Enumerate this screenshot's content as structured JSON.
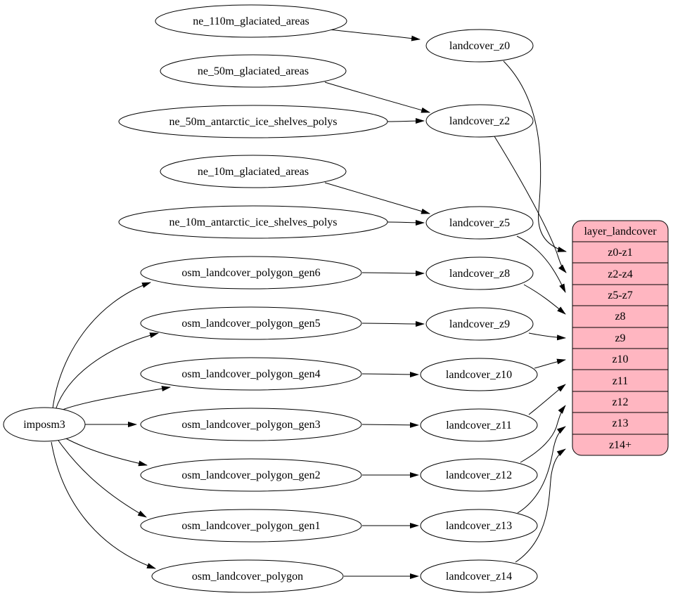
{
  "colors": {
    "background": "#ffffff",
    "node_fill": "#ffffff",
    "stroke": "#000000",
    "layer_fill": "#ffb6c1"
  },
  "importer": {
    "label": "imposm3"
  },
  "sources": [
    "ne_110m_glaciated_areas",
    "ne_50m_glaciated_areas",
    "ne_50m_antarctic_ice_shelves_polys",
    "ne_10m_glaciated_areas",
    "ne_10m_antarctic_ice_shelves_polys",
    "osm_landcover_polygon_gen6",
    "osm_landcover_polygon_gen5",
    "osm_landcover_polygon_gen4",
    "osm_landcover_polygon_gen3",
    "osm_landcover_polygon_gen2",
    "osm_landcover_polygon_gen1",
    "osm_landcover_polygon"
  ],
  "tables": [
    "landcover_z0",
    "landcover_z2",
    "landcover_z5",
    "landcover_z8",
    "landcover_z9",
    "landcover_z10",
    "landcover_z11",
    "landcover_z12",
    "landcover_z13",
    "landcover_z14"
  ],
  "layer": {
    "title": "layer_landcover",
    "rows": [
      "z0-z1",
      "z2-z4",
      "z5-z7",
      "z8",
      "z9",
      "z10",
      "z11",
      "z12",
      "z13",
      "z14+"
    ]
  },
  "edges": [
    [
      "ne_110m_glaciated_areas",
      "landcover_z0"
    ],
    [
      "ne_50m_glaciated_areas",
      "landcover_z2"
    ],
    [
      "ne_50m_antarctic_ice_shelves_polys",
      "landcover_z2"
    ],
    [
      "ne_10m_glaciated_areas",
      "landcover_z5"
    ],
    [
      "ne_10m_antarctic_ice_shelves_polys",
      "landcover_z5"
    ],
    [
      "imposm3",
      "osm_landcover_polygon_gen6"
    ],
    [
      "imposm3",
      "osm_landcover_polygon_gen5"
    ],
    [
      "imposm3",
      "osm_landcover_polygon_gen4"
    ],
    [
      "imposm3",
      "osm_landcover_polygon_gen3"
    ],
    [
      "imposm3",
      "osm_landcover_polygon_gen2"
    ],
    [
      "imposm3",
      "osm_landcover_polygon_gen1"
    ],
    [
      "imposm3",
      "osm_landcover_polygon"
    ],
    [
      "osm_landcover_polygon_gen6",
      "landcover_z8"
    ],
    [
      "osm_landcover_polygon_gen5",
      "landcover_z9"
    ],
    [
      "osm_landcover_polygon_gen4",
      "landcover_z10"
    ],
    [
      "osm_landcover_polygon_gen3",
      "landcover_z11"
    ],
    [
      "osm_landcover_polygon_gen2",
      "landcover_z12"
    ],
    [
      "osm_landcover_polygon_gen1",
      "landcover_z13"
    ],
    [
      "osm_landcover_polygon",
      "landcover_z14"
    ],
    [
      "landcover_z0",
      "layer_landcover:z0-z1"
    ],
    [
      "landcover_z2",
      "layer_landcover:z2-z4"
    ],
    [
      "landcover_z5",
      "layer_landcover:z5-z7"
    ],
    [
      "landcover_z8",
      "layer_landcover:z8"
    ],
    [
      "landcover_z9",
      "layer_landcover:z9"
    ],
    [
      "landcover_z10",
      "layer_landcover:z10"
    ],
    [
      "landcover_z11",
      "layer_landcover:z11"
    ],
    [
      "landcover_z12",
      "layer_landcover:z12"
    ],
    [
      "landcover_z13",
      "layer_landcover:z13"
    ],
    [
      "landcover_z14",
      "layer_landcover:z14+"
    ]
  ]
}
